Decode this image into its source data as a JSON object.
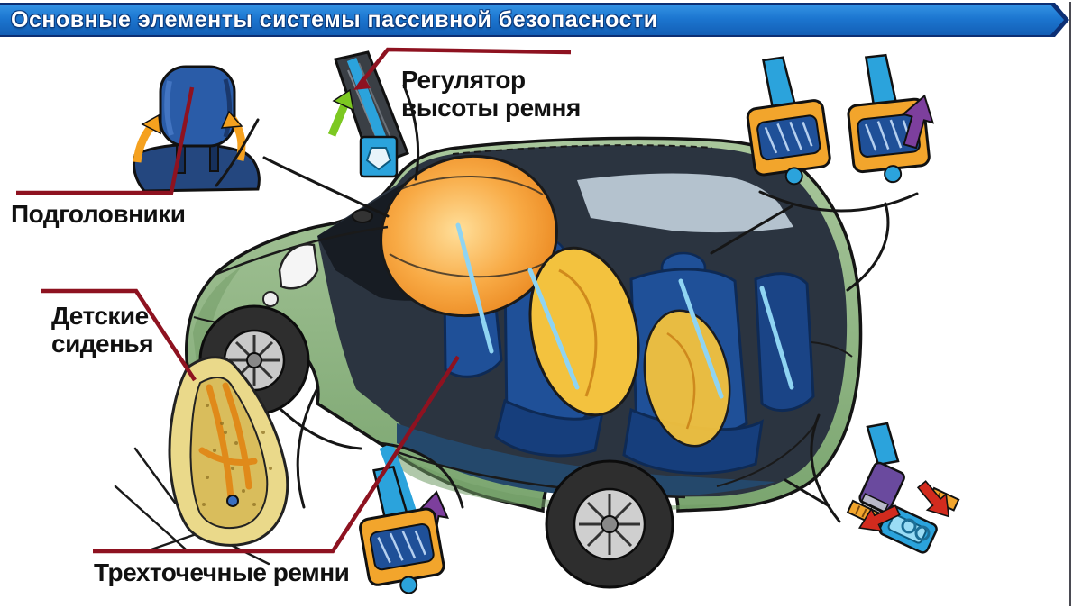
{
  "title": "Основные элементы системы пассивной безопасности",
  "callouts": {
    "headrests": {
      "label": "Подголовники"
    },
    "belt_height_adjuster": {
      "line1": "Регулятор",
      "line2": "высоты ремня"
    },
    "child_seats": {
      "line1": "Детские",
      "line2": "сиденья"
    },
    "three_point_belts": {
      "label": "Трехточечные ремни"
    }
  },
  "colors": {
    "title_bar": "#1c76d0",
    "title_bar_dark": "#0c2f74",
    "leader_red": "#8e1220",
    "car_green": "#8fb885",
    "car_green_dark": "#6f9a64",
    "seat_blue": "#1f5098",
    "airbag_orange": "#f09020",
    "airbag_yellow": "#f3c23e",
    "belt_blue": "#2ba3dc",
    "retractor_orange": "#f2a52c",
    "arrow_purple": "#7d3f9d",
    "arrow_red": "#d22b1e",
    "arrow_orange": "#f5a11f",
    "child_seat_tan": "#ead98a",
    "adjuster_green": "#7cc821",
    "ink": "#161616"
  }
}
